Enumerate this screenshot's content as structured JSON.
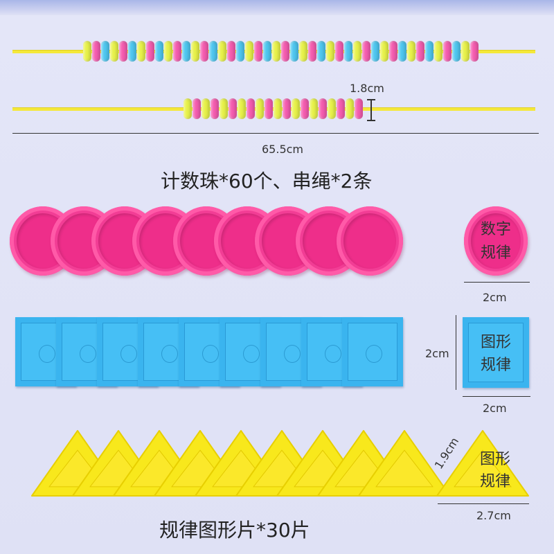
{
  "labels": {
    "bead_height": "1.8cm",
    "rope_length": "65.5cm",
    "caption_top": "计数珠*60个、串绳*2条",
    "disc_size": "2cm",
    "disc_tag_1": "数字",
    "disc_tag_2": "规律",
    "square_height": "2cm",
    "square_width": "2cm",
    "square_tag_1": "图形",
    "square_tag_2": "规律",
    "triangle_side": "1.9cm",
    "triangle_base": "2.7cm",
    "triangle_tag_1": "图形",
    "triangle_tag_2": "规律",
    "caption_bottom": "规律图形片*30片"
  },
  "colors": {
    "bead_yellow": "#e8f24a",
    "bead_pink": "#f55db0",
    "bead_blue": "#4fc7f0",
    "disc": "#f23d95",
    "square": "#3ab4ef",
    "triangle": "#f8e81c",
    "rope": "#f4e83a"
  },
  "counts": {
    "discs": 9,
    "squares": 9,
    "triangles": 9
  }
}
